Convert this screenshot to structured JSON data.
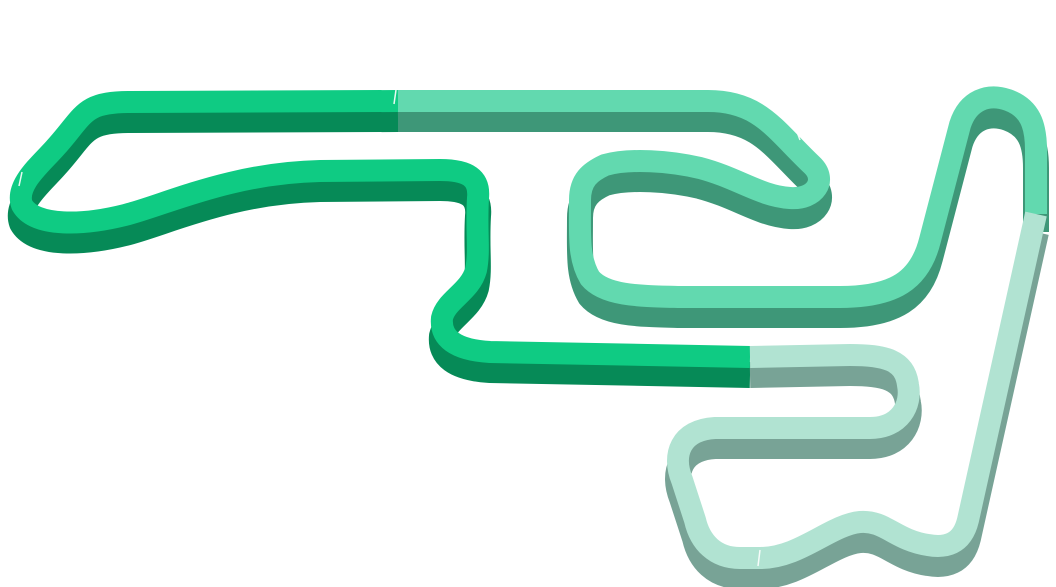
{
  "map": {
    "kind": "circuit-layout",
    "sectors": [
      {
        "id": "sector-1",
        "color": "#0FCB83",
        "shade": "#068A57"
      },
      {
        "id": "sector-2",
        "color": "#62D9AF",
        "shade": "#3E9778"
      },
      {
        "id": "sector-3",
        "color": "#B1E3D2",
        "shade": "#78A396"
      }
    ]
  }
}
